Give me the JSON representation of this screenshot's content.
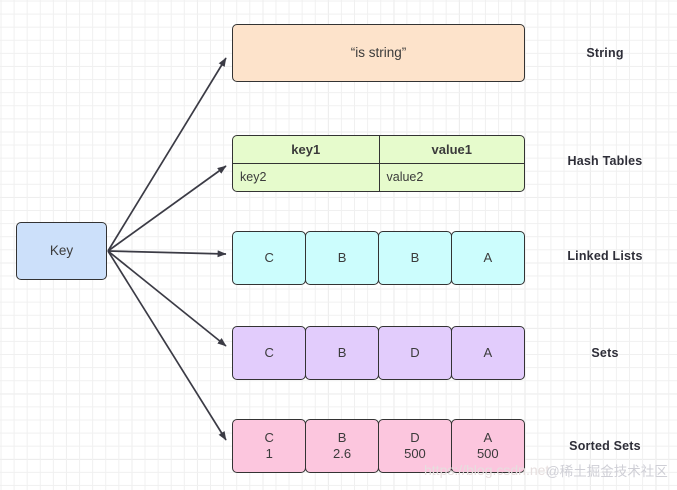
{
  "diagram": {
    "key_node": {
      "label": "Key"
    },
    "rows": [
      {
        "name": "string",
        "side_label": "String",
        "value": "“is string”",
        "color": "#fde3cb"
      },
      {
        "name": "hash-tables",
        "side_label": "Hash Tables",
        "color": "#e6fbcc",
        "header": {
          "key": "key1",
          "value": "value1"
        },
        "body": {
          "key": "key2",
          "value": "value2"
        }
      },
      {
        "name": "linked-lists",
        "side_label": "Linked Lists",
        "color": "#ccfdfd",
        "cells": [
          "C",
          "B",
          "B",
          "A"
        ]
      },
      {
        "name": "sets",
        "side_label": "Sets",
        "color": "#e2ccfc",
        "cells": [
          "C",
          "B",
          "D",
          "A"
        ]
      },
      {
        "name": "sorted-sets",
        "side_label": "Sorted Sets",
        "color": "#fcc6de",
        "cells": [
          {
            "member": "C",
            "score": "1"
          },
          {
            "member": "B",
            "score": "2.6"
          },
          {
            "member": "D",
            "score": "500"
          },
          {
            "member": "A",
            "score": "500"
          }
        ]
      }
    ],
    "watermarks": {
      "url": "https://blog.csdn.net",
      "brand": "@稀土掘金技术社区"
    },
    "arrow_color": "#3b3b45",
    "border_color": "#333333"
  }
}
